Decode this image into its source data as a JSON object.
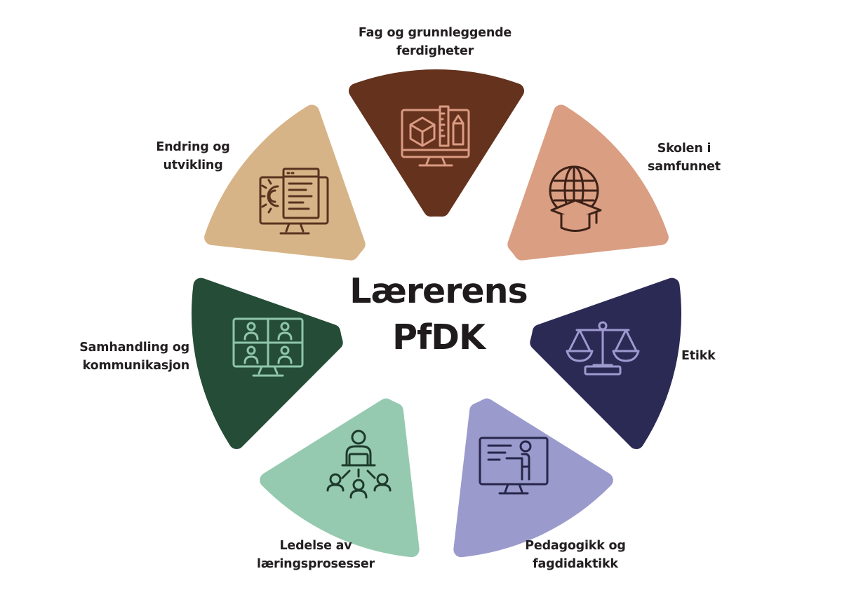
{
  "title_line1": "Lærerens",
  "title_line2": "PfDK",
  "segments": [
    {
      "line1": "Fag og grunnleggende",
      "line2": "ferdigheter",
      "color": "#64321d",
      "icon_color": "#db9b82",
      "icon": "monitor-cube-ruler-icon"
    },
    {
      "line1": "Skolen i",
      "line2": "samfunnet",
      "color": "#da9e83",
      "icon_color": "#3d2117",
      "icon": "globe-graduation-cap-icon"
    },
    {
      "line1": "Etikk",
      "line2": "",
      "color": "#2b2a55",
      "icon_color": "#9e9ad0",
      "icon": "scales-icon"
    },
    {
      "line1": "Pedagogikk og",
      "line2": "fagdidaktikk",
      "color": "#9b9acd",
      "icon_color": "#27264a",
      "icon": "teacher-presentation-icon"
    },
    {
      "line1": "Ledelse av",
      "line2": "læringsprosesser",
      "color": "#96cab0",
      "icon_color": "#1d3a2c",
      "icon": "leader-network-icon"
    },
    {
      "line1": "Samhandling og",
      "line2": "kommunikasjon",
      "color": "#244c36",
      "icon_color": "#8fc6ab",
      "icon": "video-conference-icon"
    },
    {
      "line1": "Endring og",
      "line2": "utvikling",
      "color": "#d7b487",
      "icon_color": "#58331f",
      "icon": "code-development-icon"
    }
  ]
}
